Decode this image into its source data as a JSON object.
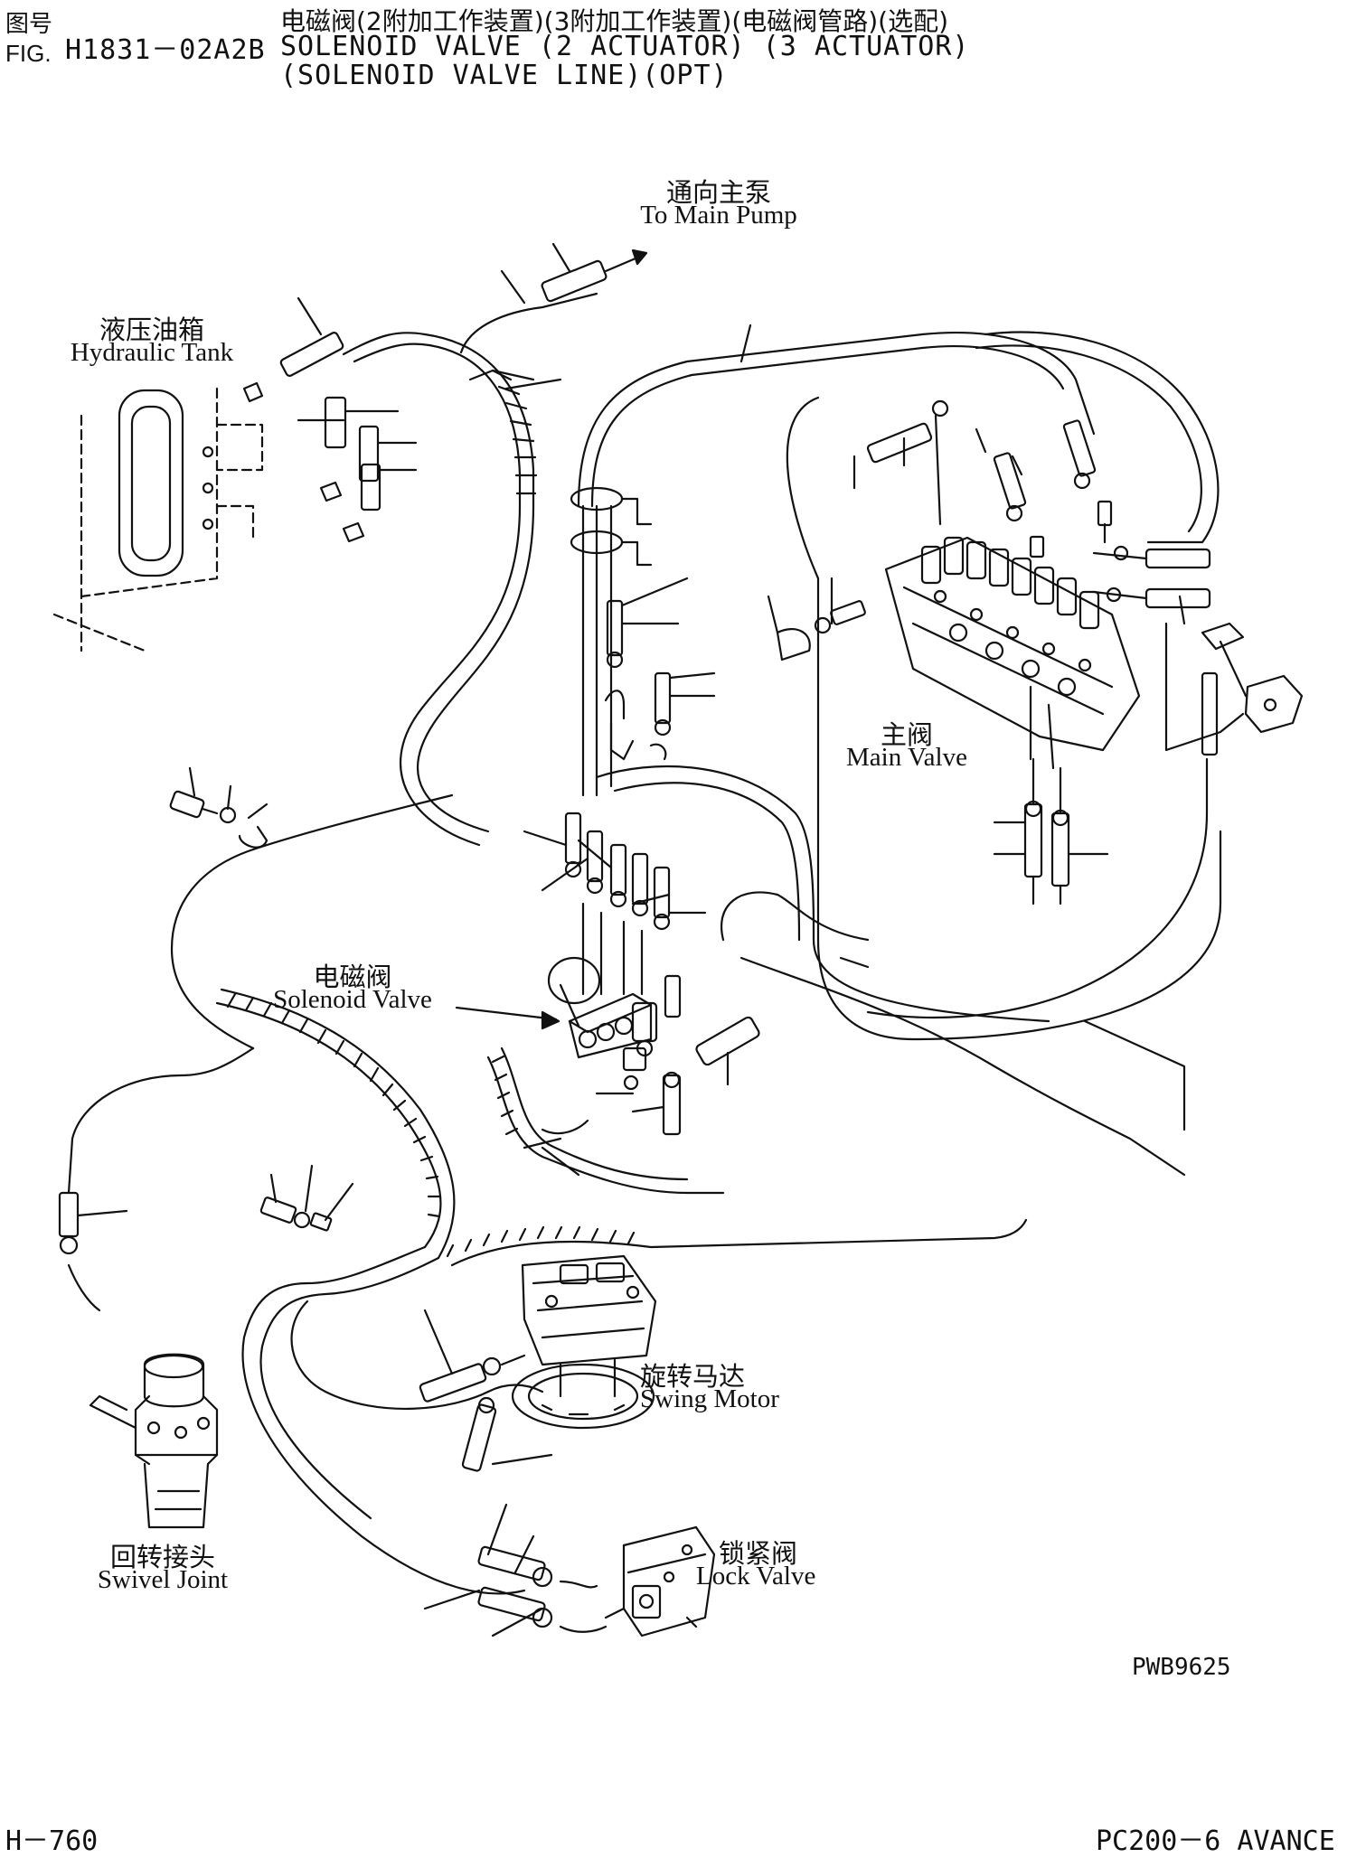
{
  "header": {
    "fig_cn": "图号",
    "fig_en": "FIG.",
    "fig_number": "H1831－02A2B",
    "title_cn": "电磁阀(2附加工作装置)(3附加工作装置)(电磁阀管路)(选配)",
    "title_en_line1": "SOLENOID VALVE (2 ACTUATOR) (3 ACTUATOR)",
    "title_en_line2": "(SOLENOID VALVE LINE)(OPT)"
  },
  "labels": {
    "main_pump": {
      "cn": "通向主泵",
      "en": "To Main Pump"
    },
    "hydraulic_tank": {
      "cn": "液压油箱",
      "en": "Hydraulic Tank"
    },
    "main_valve": {
      "cn": "主阀",
      "en": "Main Valve"
    },
    "solenoid_valve": {
      "cn": "电磁阀",
      "en": "Solenoid Valve"
    },
    "swing_motor": {
      "cn": "旋转马达",
      "en": "Swing Motor"
    },
    "swivel_joint": {
      "cn": "回转接头",
      "en": "Swivel Joint"
    },
    "lock_valve": {
      "cn": "锁紧阀",
      "en": "Lock Valve"
    }
  },
  "footer": {
    "drawing_code": "PWB9625",
    "page_number": "H－760",
    "model": "PC200－6 AVANCE"
  },
  "colors": {
    "ink": "#111111",
    "paper": "#ffffff"
  }
}
